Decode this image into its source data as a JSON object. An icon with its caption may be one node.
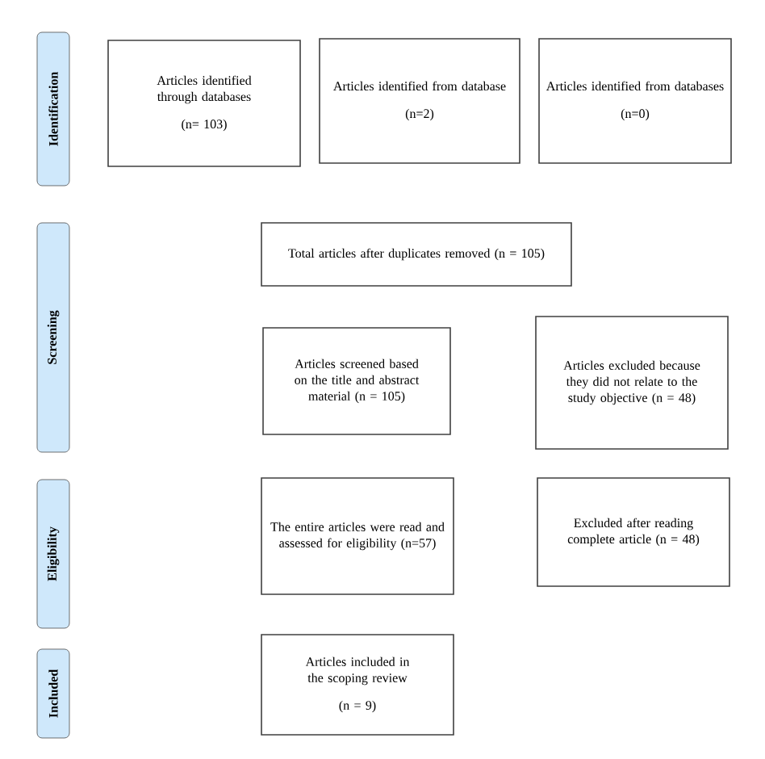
{
  "diagram": {
    "nodes": [
      {
        "text": [
          "Identification"
        ]
      },
      {
        "text": [
          "Articles identified through databases",
          "(n= 103)"
        ]
      },
      {
        "text": [
          "Articles identified from database",
          "(n=2)"
        ]
      },
      {
        "text": [
          "Articles identified from databases",
          "(n=0)"
        ]
      },
      {
        "text": [
          "Screening"
        ]
      },
      {
        "text": [
          "Total articles after duplicates removed (n = 105)"
        ]
      },
      {
        "text": [
          "Articles screened based on the title and abstract material (n = 105)"
        ]
      },
      {
        "text": [
          "Articles excluded because they did not relate to the study objective (n = 48)"
        ]
      },
      {
        "text": [
          "Eligibility"
        ]
      },
      {
        "text": [
          "The entire articles were read and assessed for eligibility (n=57)"
        ]
      },
      {
        "text": [
          "Excluded after reading complete article (n = 48)"
        ]
      },
      {
        "text": [
          "Included"
        ]
      },
      {
        "text": [
          "Articles included in the scoping review",
          "(n = 9)"
        ]
      }
    ]
  }
}
